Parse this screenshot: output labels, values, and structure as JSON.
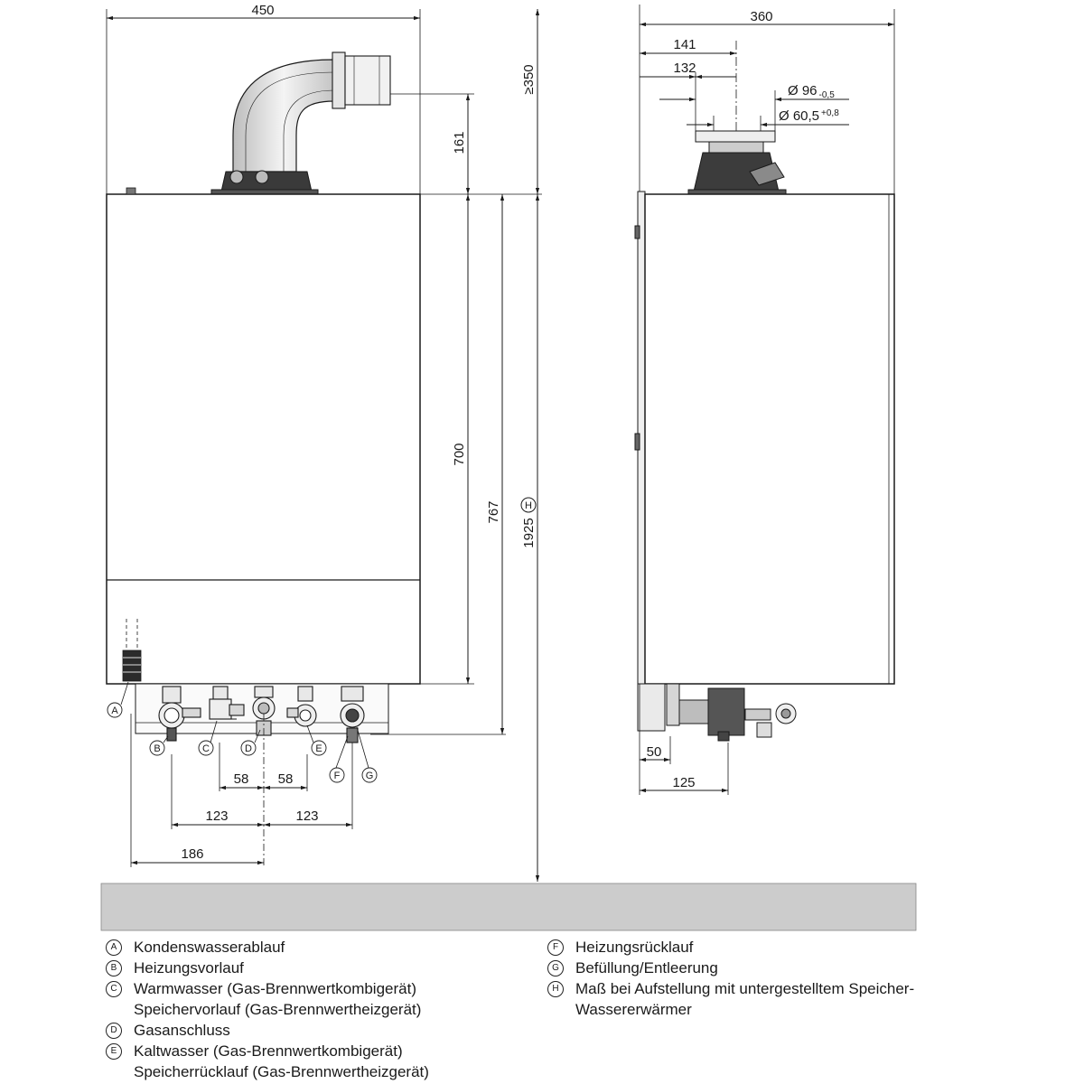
{
  "front_view": {
    "dims": {
      "width": "450",
      "top_clearance": "≥350",
      "flue_height": "161",
      "case_height": "700",
      "height_767": "767",
      "height_1925": "1925",
      "height_1925_marker": "H",
      "offset_58_left": "58",
      "offset_58_right": "58",
      "offset_123_left": "123",
      "offset_123_right": "123",
      "offset_186": "186"
    },
    "connection_markers": [
      "A",
      "B",
      "C",
      "D",
      "E",
      "F",
      "G"
    ]
  },
  "side_view": {
    "dims": {
      "depth": "360",
      "flue_offset_141": "141",
      "flue_offset_132": "132",
      "outer_diameter_value": "Ø 96",
      "outer_diameter_tolerance": "-0,5",
      "inner_diameter_value": "Ø 60,5",
      "inner_diameter_tolerance": "+0,8",
      "bottom_50": "50",
      "bottom_125": "125"
    }
  },
  "floor_color": "#cccccc",
  "legend": {
    "left": [
      {
        "key": "A",
        "lines": [
          "Kondenswasserablauf"
        ]
      },
      {
        "key": "B",
        "lines": [
          "Heizungsvorlauf"
        ]
      },
      {
        "key": "C",
        "lines": [
          "Warmwasser (Gas-Brennwertkombigerät)",
          "Speichervorlauf (Gas-Brennwertheizgerät)"
        ]
      },
      {
        "key": "D",
        "lines": [
          "Gasanschluss"
        ]
      },
      {
        "key": "E",
        "lines": [
          "Kaltwasser (Gas-Brennwertkombigerät)",
          "Speicherrücklauf (Gas-Brennwertheizgerät)"
        ]
      }
    ],
    "right": [
      {
        "key": "F",
        "lines": [
          "Heizungsrücklauf"
        ]
      },
      {
        "key": "G",
        "lines": [
          "Befüllung/Entleerung"
        ]
      },
      {
        "key": "H",
        "lines": [
          "Maß bei Aufstellung mit untergestelltem Speicher-",
          "Wassererwärmer"
        ]
      }
    ]
  }
}
